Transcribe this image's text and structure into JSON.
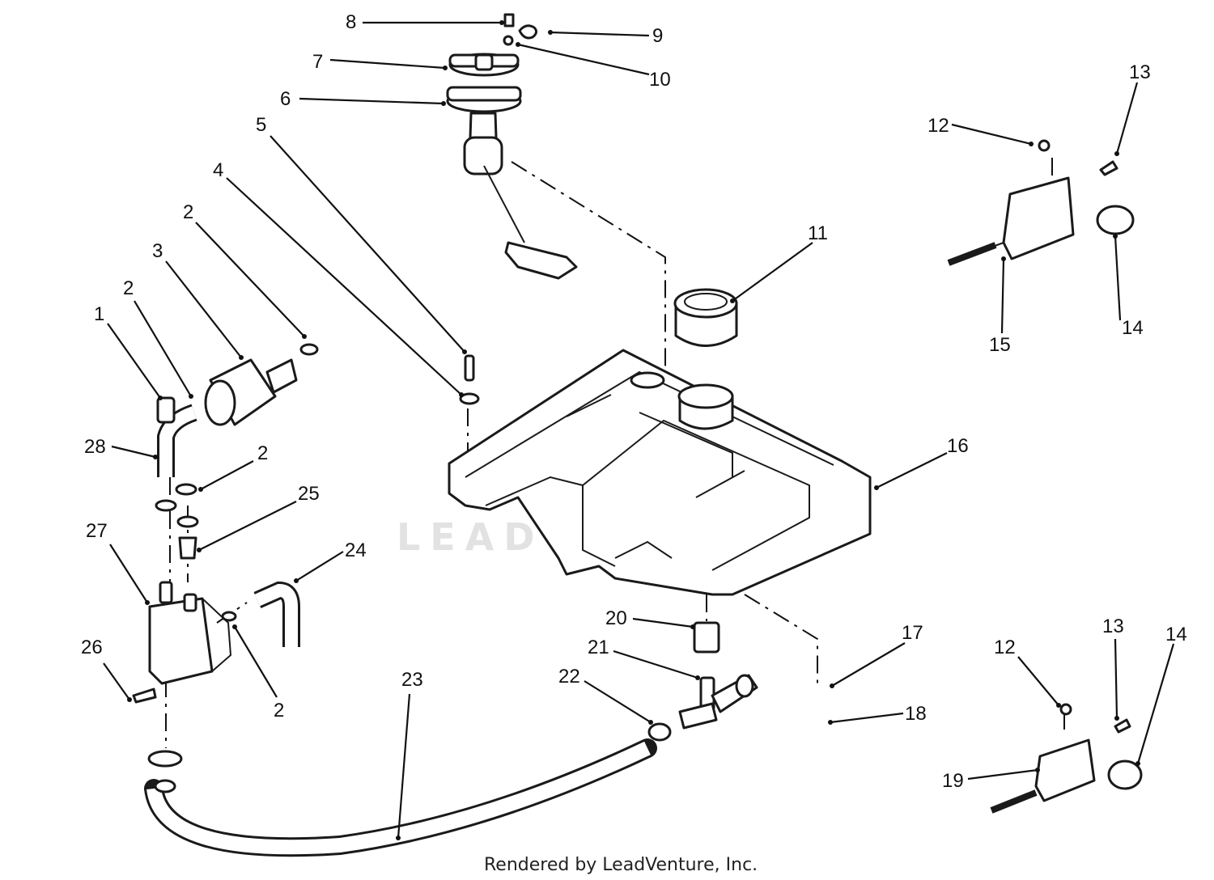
{
  "watermark": "LEADVENTURE",
  "credit": "Rendered by LeadVenture, Inc.",
  "callouts": {
    "c1": "1",
    "c2a": "2",
    "c2b": "2",
    "c2c": "2",
    "c2d": "2",
    "c3": "3",
    "c4": "4",
    "c5": "5",
    "c6": "6",
    "c7": "7",
    "c8": "8",
    "c9": "9",
    "c10": "10",
    "c11": "11",
    "c12a": "12",
    "c12b": "12",
    "c13a": "13",
    "c13b": "13",
    "c14a": "14",
    "c14b": "14",
    "c15": "15",
    "c16": "16",
    "c17": "17",
    "c18": "18",
    "c19": "19",
    "c20": "20",
    "c21": "21",
    "c22": "22",
    "c23": "23",
    "c24": "24",
    "c25": "25",
    "c26": "26",
    "c27": "27",
    "c28": "28"
  }
}
